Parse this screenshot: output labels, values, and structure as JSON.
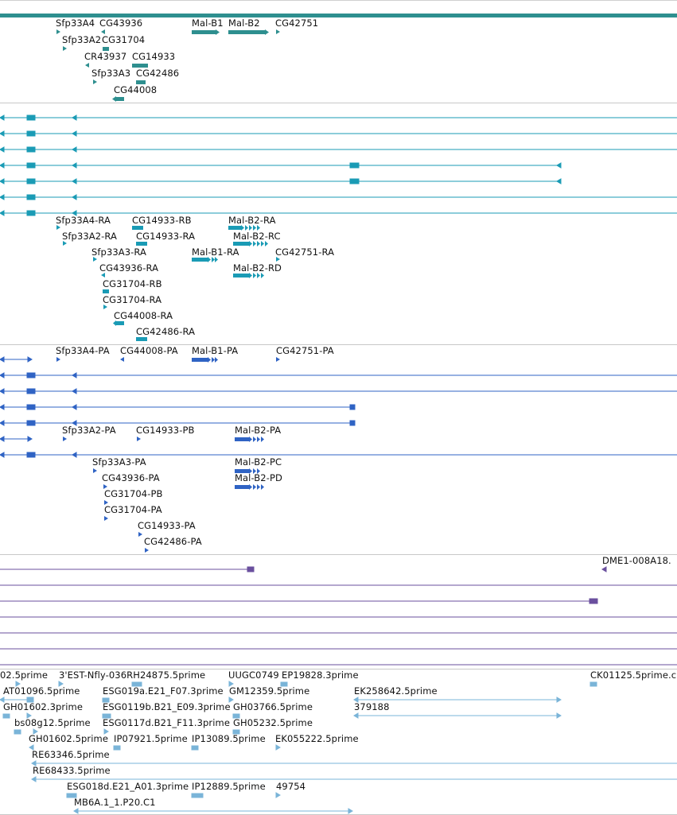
{
  "colors": {
    "genes": "#2e8f8f",
    "transcripts": "#1a9bb5",
    "proteins": "#2f63c4",
    "purple_track": "#6a4f9e",
    "ests": "#7ab4d8",
    "separator": "#c8c8c8"
  },
  "tracks": {
    "genes": {
      "labels": [
        "Sfp33A4",
        "CG43936",
        "Mal-B1",
        "Mal-B2",
        "CG42751",
        "Sfp33A2",
        "CG31704",
        "CR43937",
        "CG14933",
        "Sfp33A3",
        "CG42486",
        "CG44008"
      ]
    },
    "transcripts": {
      "labels": [
        "Sfp33A4-RA",
        "CG14933-RB",
        "Mal-B2-RA",
        "Sfp33A2-RA",
        "CG14933-RA",
        "Mal-B2-RC",
        "Sfp33A3-RA",
        "Mal-B1-RA",
        "CG42751-RA",
        "CG43936-RA",
        "Mal-B2-RD",
        "CG31704-RB",
        "CG31704-RA",
        "CG44008-RA",
        "CG42486-RA"
      ]
    },
    "proteins": {
      "labels": [
        "Sfp33A4-PA",
        "CG44008-PA",
        "Mal-B1-PA",
        "CG42751-PA",
        "Sfp33A2-PA",
        "CG14933-PB",
        "Mal-B2-PA",
        "Sfp33A3-PA",
        "Mal-B2-PC",
        "CG43936-PA",
        "Mal-B2-PD",
        "CG31704-PB",
        "CG31704-PA",
        "CG14933-PA",
        "CG42486-PA"
      ]
    },
    "purple": {
      "labels": [
        "DME1-008A18."
      ]
    },
    "ests": {
      "labels": [
        "02.5prime",
        "3'EST-Nfly-036RH24875.5prime",
        "UUGC0749",
        "EP19828.3prime",
        "CK01125.5prime.c",
        "AT01096.5prime",
        "ESG019a.E21_F07.3prime",
        "GM12359.5prime",
        "EK258642.5prime",
        "GH01602.3prime",
        "ESG0119b.B21_E09.3prime",
        "GH03766.5prime",
        "379188",
        "bs08g12.5prime",
        "ESG0117d.B21_F11.3prime",
        "GH05232.5prime",
        "GH01602.5prime",
        "IP07921.5prime",
        "IP13089.5prime",
        "EK055222.5prime",
        "RE63346.5prime",
        "RE68433.5prime",
        "ESG018d.E21_A01.3prime",
        "IP12889.5prime",
        "49754",
        "MB6A.1_1.P20.C1"
      ]
    }
  }
}
